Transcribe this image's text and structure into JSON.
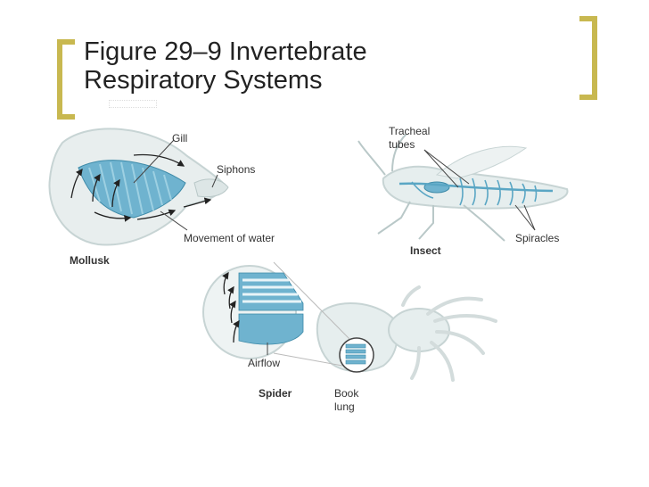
{
  "title": {
    "line1": "Figure 29–9 Invertebrate",
    "line2": "Respiratory Systems"
  },
  "labels": {
    "gill": "Gill",
    "siphons": "Siphons",
    "movement_of_water": "Movement of water",
    "mollusk": "Mollusk",
    "tracheal_tubes": "Tracheal\ntubes",
    "insect": "Insect",
    "spiracles": "Spiracles",
    "airflow": "Airflow",
    "spider": "Spider",
    "book_lung": "Book\nlung"
  },
  "colors": {
    "bracket": "#c8b850",
    "organ": "#6fb3cf",
    "body": "#e6eeee",
    "outline": "#c7d4d4"
  }
}
